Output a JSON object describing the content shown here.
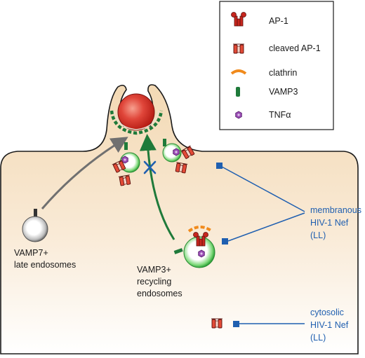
{
  "legend": {
    "items": [
      {
        "icon": "ap1-icon",
        "label": "AP-1"
      },
      {
        "icon": "cleaved-ap1-icon",
        "label": "cleaved AP-1"
      },
      {
        "icon": "clathrin-icon",
        "label": "clathrin"
      },
      {
        "icon": "vamp3-icon",
        "label": "VAMP3"
      },
      {
        "icon": "tnf-alpha-icon",
        "label": "TNFα"
      }
    ]
  },
  "labels": {
    "late_endosomes": [
      "VAMP7+",
      "late endosomes"
    ],
    "recycling_endosomes": [
      "VAMP3+",
      "recycling",
      "endosomes"
    ],
    "membranous_nef": [
      "membranous",
      "HIV-1 Nef",
      "(LL)"
    ],
    "cytosolic_nef": [
      "cytosolic",
      "HIV-1 Nef",
      "(LL)"
    ]
  },
  "colors": {
    "cell_fill_top": "#f6e3c6",
    "cell_fill_bottom": "#ffffff",
    "ap1_red": "#c8261e",
    "clathrin_orange": "#f08a1c",
    "vamp3_green": "#1f7a3a",
    "tnf_purple": "#8a3fa0",
    "nef_blue": "#1f5fb0",
    "arrow_grey": "#707070",
    "particle_red": "#d63a2e"
  }
}
